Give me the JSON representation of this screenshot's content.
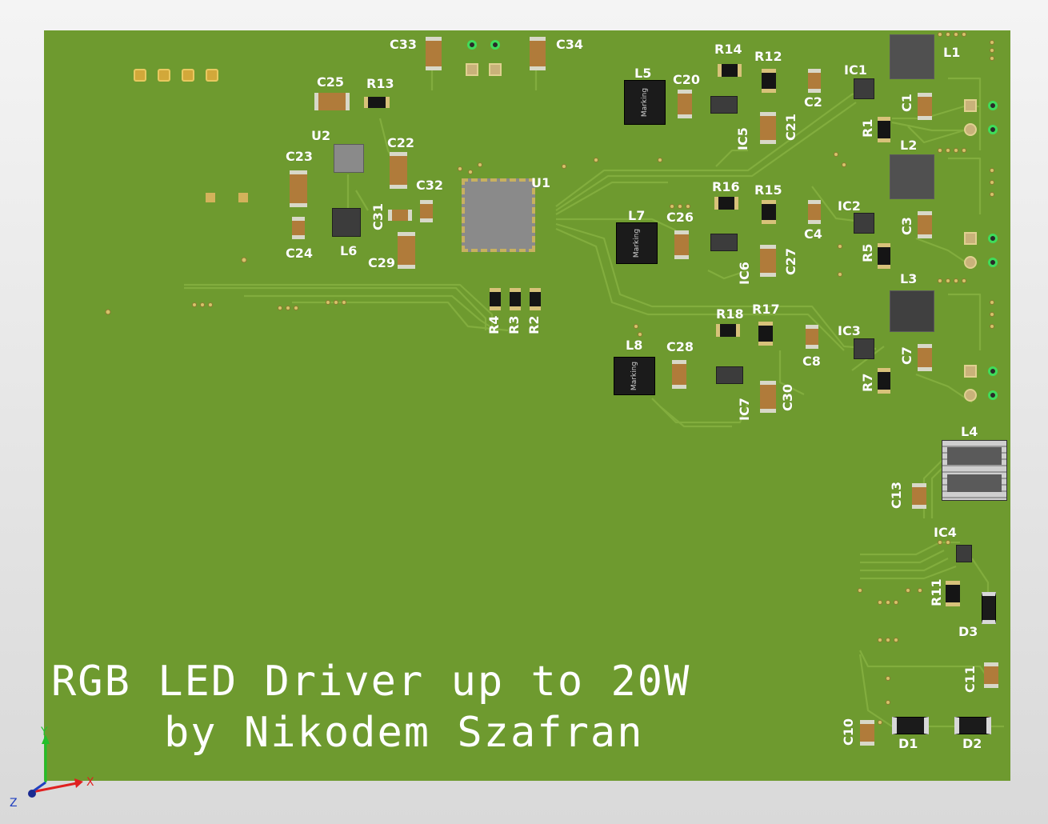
{
  "title_line1": "RGB LED Driver up to 20W",
  "title_line2": "by Nikodem Szafran",
  "part_marking": "Marking",
  "axes": {
    "x": "X",
    "y": "Y",
    "z": "Z"
  },
  "designators": {
    "C33": "C33",
    "C34": "C34",
    "C25": "C25",
    "R13": "R13",
    "U2": "U2",
    "C22": "C22",
    "C23": "C23",
    "C32": "C32",
    "U1": "U1",
    "C31": "C31",
    "C24": "C24",
    "L6": "L6",
    "C29": "C29",
    "R4": "R4",
    "R3": "R3",
    "R2": "R2",
    "L5": "L5",
    "C20": "C20",
    "R14": "R14",
    "R12": "R12",
    "C2": "C2",
    "IC5": "IC5",
    "C21": "C21",
    "IC1": "IC1",
    "L1": "L1",
    "C1": "C1",
    "R1": "R1",
    "L7": "L7",
    "C26": "C26",
    "R16": "R16",
    "R15": "R15",
    "C4": "C4",
    "IC6": "IC6",
    "C27": "C27",
    "IC2": "IC2",
    "L2": "L2",
    "C3": "C3",
    "R5": "R5",
    "L8": "L8",
    "C28": "C28",
    "R18": "R18",
    "R17": "R17",
    "C8": "C8",
    "IC7": "IC7",
    "C30": "C30",
    "IC3": "IC3",
    "L3": "L3",
    "C7": "C7",
    "R7": "R7",
    "L4": "L4",
    "C13": "C13",
    "IC4": "IC4",
    "R11": "R11",
    "D3": "D3",
    "C11": "C11",
    "C10": "C10",
    "D1": "D1",
    "D2": "D2"
  },
  "colors": {
    "board": "#6e9a2f",
    "trace": "#80ab3c",
    "silkscreen": "#ffffff",
    "axis_x": "#e02020",
    "axis_y": "#22c02a",
    "axis_z": "#2040c0"
  }
}
